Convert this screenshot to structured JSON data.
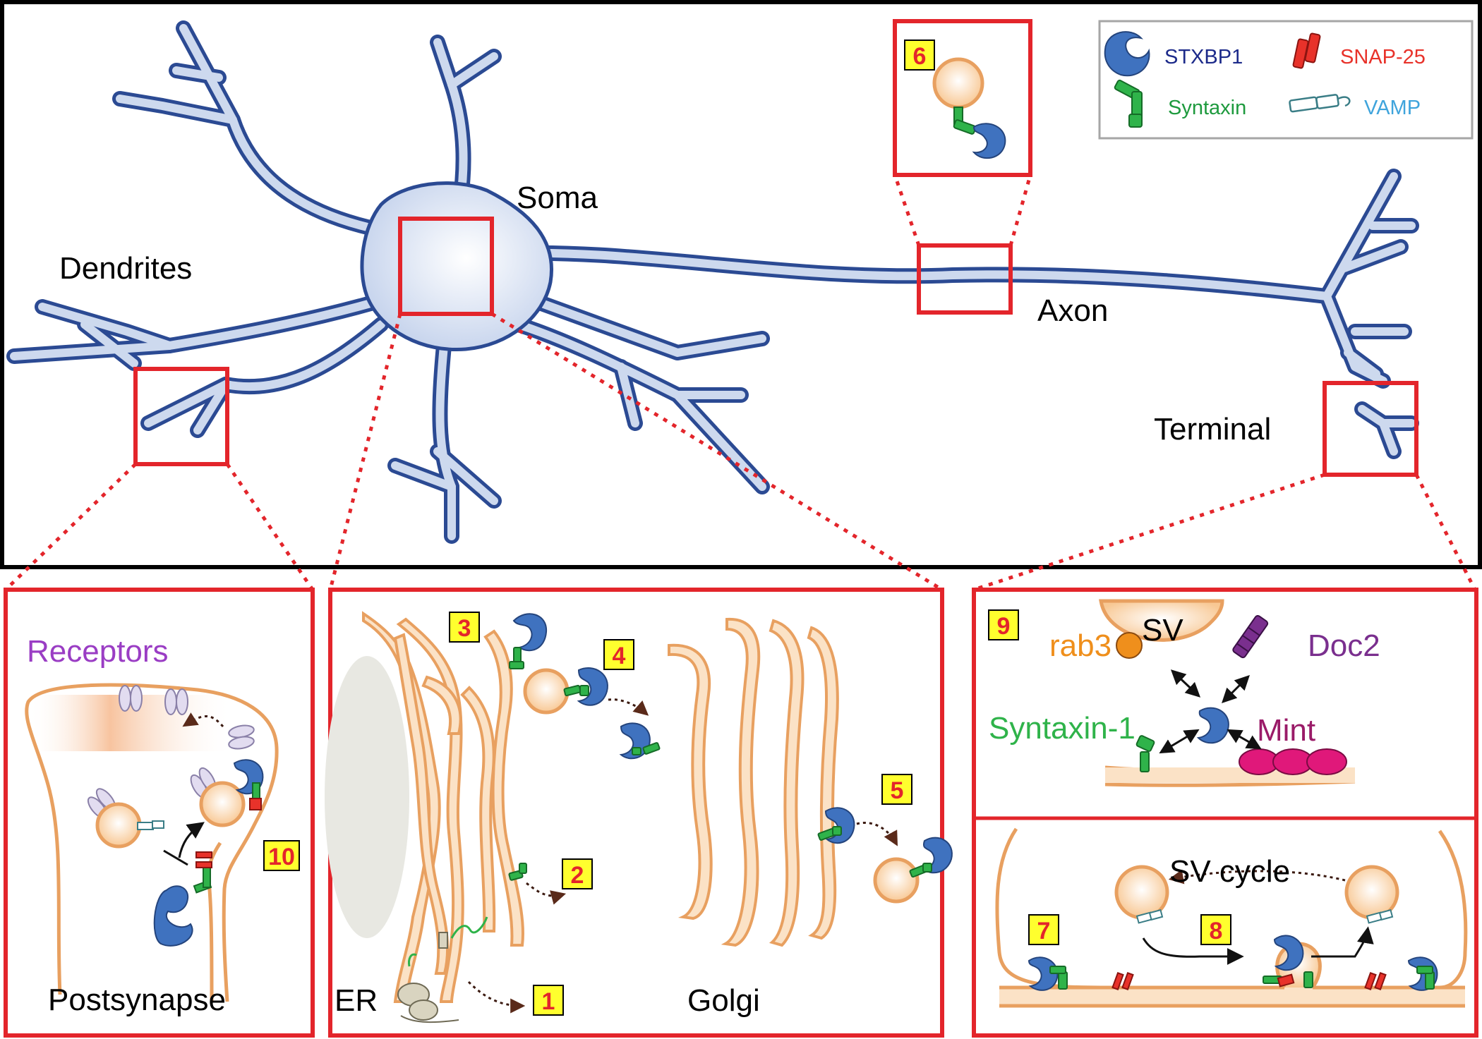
{
  "legend": {
    "items": [
      {
        "label": "STXBP1",
        "color": "#1c2a8a",
        "icon": "stxbp1-crescent-icon"
      },
      {
        "label": "SNAP-25",
        "color": "#e8322a",
        "icon": "snap25-helix-icon"
      },
      {
        "label": "Syntaxin",
        "color": "#1e9a3e",
        "icon": "syntaxin-helix-icon"
      },
      {
        "label": "VAMP",
        "color": "#3fa4dc",
        "icon": "vamp-helix-icon"
      }
    ]
  },
  "neuron": {
    "labels": {
      "dendrites": "Dendrites",
      "soma": "Soma",
      "axon": "Axon",
      "terminal": "Terminal"
    }
  },
  "panels": {
    "postsynapse": {
      "title": "Postsynapse",
      "receptors": "Receptors"
    },
    "soma": {
      "er": "ER",
      "golgi": "Golgi"
    },
    "terminal_interactions": {
      "sv": "SV",
      "rab3": "rab3",
      "doc2": "Doc2",
      "syntaxin1": "Syntaxin-1",
      "mint": "Mint"
    },
    "sv_cycle": {
      "title": "SV cycle"
    }
  },
  "steps": [
    "1",
    "2",
    "3",
    "4",
    "5",
    "6",
    "7",
    "8",
    "9",
    "10"
  ],
  "colors": {
    "frame": "#000000",
    "highlight": "#e3252b",
    "membrane": "#e8a060",
    "membrane_fill": "#fbe2c6",
    "neuron_fill": "#cdd9ee",
    "neuron_stroke": "#2b4a93",
    "step_fill": "#ffff2e",
    "step_text": "#e3252b",
    "stxbp1": "#3f72bf",
    "syntaxin": "#2fb34a",
    "receptor": "#e2dcf0",
    "mint": "#e0187a",
    "receptors_text": "#9a3dc4",
    "rab3": "#ef8f1c",
    "doc2": "#7a2f8e",
    "mint_text": "#9a1b68",
    "syntaxin1_text": "#2fb34a"
  }
}
